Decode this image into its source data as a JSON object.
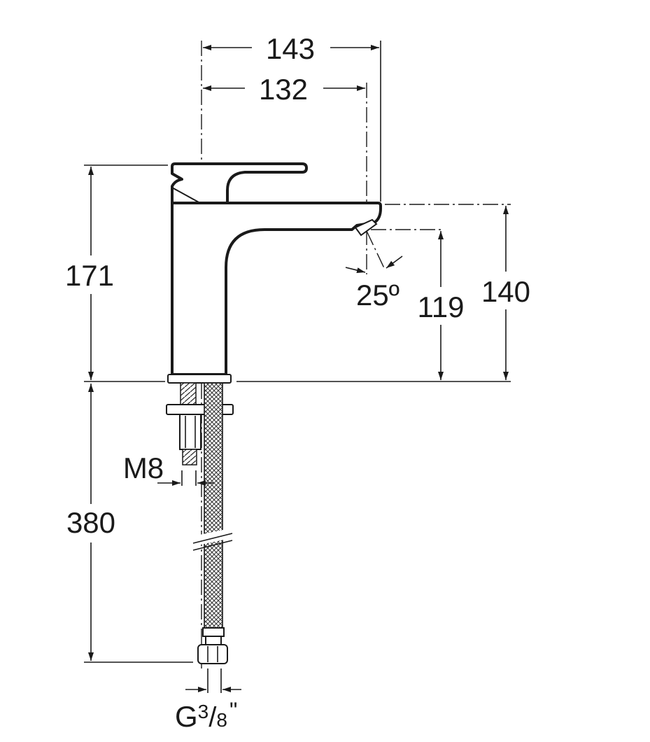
{
  "drawing": {
    "title": "Basin mixer dimension drawing",
    "dimensions": {
      "overall_reach": "143",
      "spout_reach": "132",
      "total_height": "171",
      "spout_height": "140",
      "outlet_height": "119",
      "outlet_angle": "25º",
      "hose_length": "380",
      "stud_thread": "M8",
      "hose_connection_main": "G",
      "hose_connection_num": "3",
      "hose_connection_slash": "/",
      "hose_connection_den": "8",
      "hose_connection_inch": "\""
    },
    "colors": {
      "line": "#1a1a1a",
      "background": "#ffffff"
    }
  }
}
